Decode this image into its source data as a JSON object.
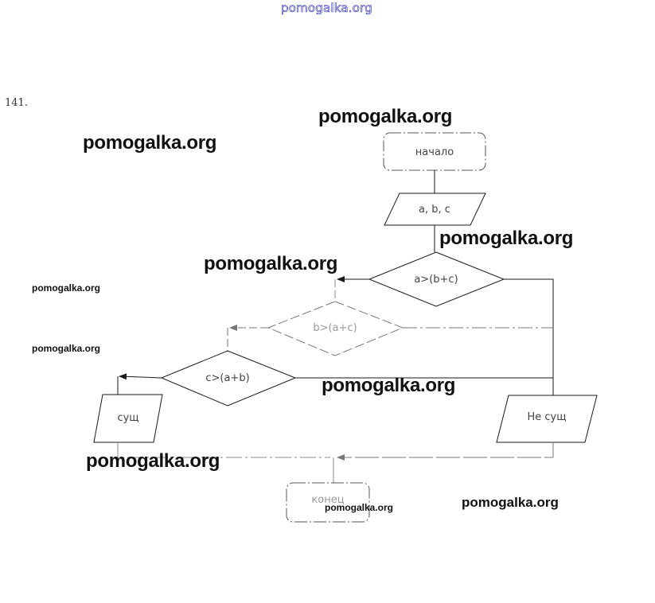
{
  "header": {
    "site_watermark": "pomogalka.org"
  },
  "problem_number": "141.",
  "flowchart": {
    "start": "начало",
    "input": "a, b, c",
    "decision_1": "a>(b+c)",
    "decision_2": "b>(a+c)",
    "decision_3": "c>(a+b)",
    "output_yes": "сущ",
    "output_no": "Не сущ",
    "end": "конец"
  },
  "watermarks": [
    "pomogalka.org",
    "pomogalka.org",
    "pomogalka.org",
    "pomogalka.org",
    "pomogalka.org",
    "pomogalka.org",
    "pomogalka.org",
    "pomogalka.org",
    "pomogalka.org",
    "pomogalka.org"
  ],
  "colors": {
    "line": "#1a1a1a",
    "faded_line": "#8a8a8a",
    "header_watermark": "#2a2ab8"
  }
}
